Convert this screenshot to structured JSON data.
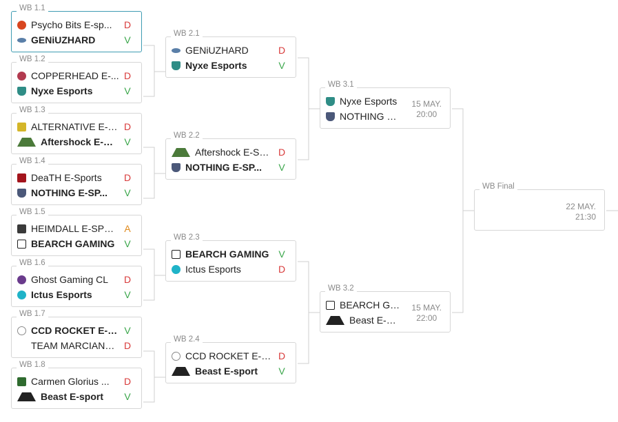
{
  "colors": {
    "border": "#d6d6d6",
    "selected_border": "#3d9bb2",
    "win": "#3aa64a",
    "loss": "#d83a3a",
    "abandon": "#e08b1e",
    "muted": "#8a8a8a"
  },
  "rounds": [
    {
      "name": "round-1",
      "matches": [
        {
          "id": "WB 1.1",
          "selected": true,
          "teams": [
            {
              "name": "Psycho Bits E-sp...",
              "result": "D",
              "winner": false,
              "logo": "psycho-bits-logo",
              "color": "#d8461f"
            },
            {
              "name": "GENiUZHARD",
              "result": "V",
              "winner": true,
              "logo": "geniuzhard-logo",
              "color": "#5a7fa8"
            }
          ]
        },
        {
          "id": "WB 1.2",
          "teams": [
            {
              "name": "COPPERHEAD E-...",
              "result": "D",
              "winner": false,
              "logo": "copperhead-logo",
              "color": "#b23a4f"
            },
            {
              "name": "Nyxe Esports",
              "result": "V",
              "winner": true,
              "logo": "nyxe-logo",
              "color": "#2f8d86"
            }
          ]
        },
        {
          "id": "WB 1.3",
          "teams": [
            {
              "name": "ALTERNATIVE E-E...",
              "result": "D",
              "winner": false,
              "logo": "alternative-logo",
              "color": "#d4b629"
            },
            {
              "name": "Aftershock E-Sp...",
              "result": "V",
              "winner": true,
              "logo": "aftershock-logo",
              "color": "#4b7a3a"
            }
          ]
        },
        {
          "id": "WB 1.4",
          "teams": [
            {
              "name": "DeaTH E-Sports",
              "result": "D",
              "winner": false,
              "logo": "death-logo",
              "color": "#a3141c"
            },
            {
              "name": "NOTHING E-SP...",
              "result": "V",
              "winner": true,
              "logo": "nothing-logo",
              "color": "#4b5879"
            }
          ]
        },
        {
          "id": "WB 1.5",
          "teams": [
            {
              "name": "HEIMDALL E-SPO...",
              "result": "A",
              "winner": false,
              "logo": "heimdall-logo",
              "color": "#3a3a3a"
            },
            {
              "name": "BEARCH GAMING",
              "result": "V",
              "winner": true,
              "logo": "bearch-logo",
              "color": "#1f1f1f"
            }
          ]
        },
        {
          "id": "WB 1.6",
          "teams": [
            {
              "name": "Ghost Gaming CL",
              "result": "D",
              "winner": false,
              "logo": "ghost-gaming-logo",
              "color": "#6a3b8c"
            },
            {
              "name": "Ictus Esports",
              "result": "V",
              "winner": true,
              "logo": "ictus-logo",
              "color": "#1fb3c8"
            }
          ]
        },
        {
          "id": "WB 1.7",
          "teams": [
            {
              "name": "CCD ROCKET E-S...",
              "result": "V",
              "winner": true,
              "logo": "ccd-rocket-logo",
              "color": "#8a8a8a"
            },
            {
              "name": "TEAM MARCIANEKE",
              "result": "D",
              "winner": false,
              "logo": "",
              "color": ""
            }
          ]
        },
        {
          "id": "WB 1.8",
          "teams": [
            {
              "name": "Carmen Glorius ...",
              "result": "D",
              "winner": false,
              "logo": "carmen-glorius-logo",
              "color": "#2f6b2f"
            },
            {
              "name": "Beast E-sport",
              "result": "V",
              "winner": true,
              "logo": "beast-logo",
              "color": "#222222"
            }
          ]
        }
      ]
    },
    {
      "name": "round-2",
      "matches": [
        {
          "id": "WB 2.1",
          "teams": [
            {
              "name": "GENiUZHARD",
              "result": "D",
              "winner": false,
              "logo": "geniuzhard-logo",
              "color": "#5a7fa8"
            },
            {
              "name": "Nyxe Esports",
              "result": "V",
              "winner": true,
              "logo": "nyxe-logo",
              "color": "#2f8d86"
            }
          ]
        },
        {
          "id": "WB 2.2",
          "teams": [
            {
              "name": "Aftershock E-Spo...",
              "result": "D",
              "winner": false,
              "logo": "aftershock-logo",
              "color": "#4b7a3a"
            },
            {
              "name": "NOTHING E-SP...",
              "result": "V",
              "winner": true,
              "logo": "nothing-logo",
              "color": "#4b5879"
            }
          ]
        },
        {
          "id": "WB 2.3",
          "teams": [
            {
              "name": "BEARCH GAMING",
              "result": "V",
              "winner": true,
              "logo": "bearch-logo",
              "color": "#1f1f1f"
            },
            {
              "name": "Ictus Esports",
              "result": "D",
              "winner": false,
              "logo": "ictus-logo",
              "color": "#1fb3c8"
            }
          ]
        },
        {
          "id": "WB 2.4",
          "teams": [
            {
              "name": "CCD ROCKET E-S...",
              "result": "D",
              "winner": false,
              "logo": "ccd-rocket-logo",
              "color": "#8a8a8a"
            },
            {
              "name": "Beast E-sport",
              "result": "V",
              "winner": true,
              "logo": "beast-logo",
              "color": "#222222"
            }
          ]
        }
      ]
    },
    {
      "name": "round-3",
      "matches": [
        {
          "id": "WB 3.1",
          "date": "15 MAY.",
          "time": "20:00",
          "teams": [
            {
              "name": "Nyxe Esports",
              "result": "",
              "winner": false,
              "logo": "nyxe-logo",
              "color": "#2f8d86"
            },
            {
              "name": "NOTHING E-...",
              "result": "",
              "winner": false,
              "logo": "nothing-logo",
              "color": "#4b5879"
            }
          ]
        },
        {
          "id": "WB 3.2",
          "date": "15 MAY.",
          "time": "22:00",
          "teams": [
            {
              "name": "BEARCH GA...",
              "result": "",
              "winner": false,
              "logo": "bearch-logo",
              "color": "#1f1f1f"
            },
            {
              "name": "Beast E-sport",
              "result": "",
              "winner": false,
              "logo": "beast-logo",
              "color": "#222222"
            }
          ]
        }
      ]
    },
    {
      "name": "final",
      "matches": [
        {
          "id": "WB Final",
          "date": "22 MAY.",
          "time": "21:30",
          "teams": []
        }
      ]
    }
  ]
}
